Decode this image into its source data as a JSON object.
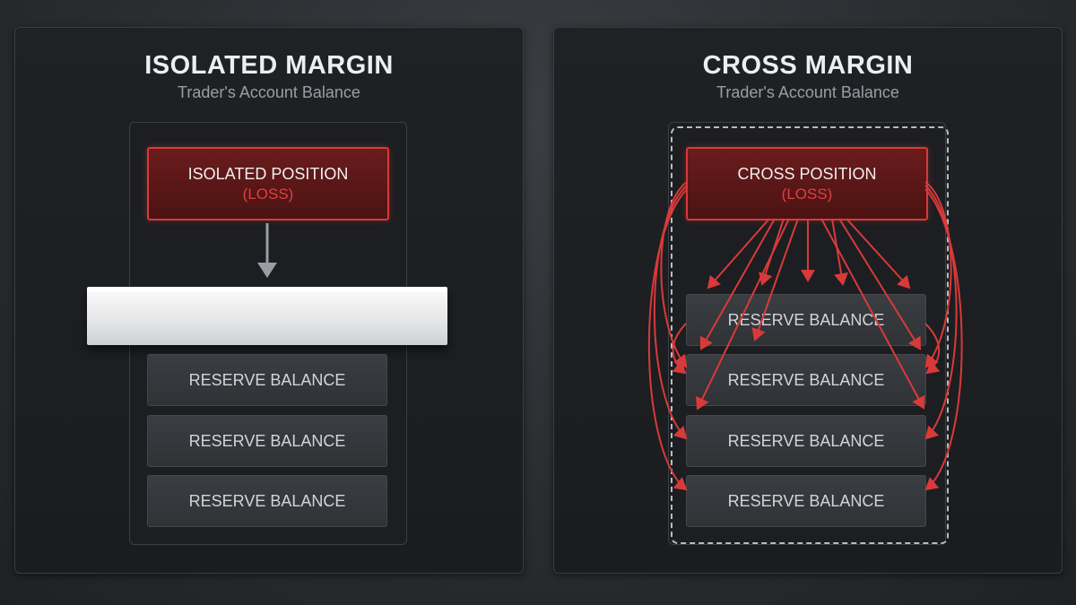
{
  "isolated": {
    "title": "ISOLATED MARGIN",
    "subtitle": "Trader's Account Balance",
    "position_label": "ISOLATED POSITION",
    "position_status": "(LOSS)",
    "reserves": [
      "RESERVE BALANCE",
      "RESERVE BALANCE",
      "RESERVE BALANCE"
    ]
  },
  "cross": {
    "title": "CROSS MARGIN",
    "subtitle": "Trader's Account Balance",
    "position_label": "CROSS POSITION",
    "position_status": "(LOSS)",
    "reserves": [
      "RESERVE BALANCE",
      "RESERVE BALANCE",
      "RESERVE BALANCE",
      "RESERVE BALANCE"
    ]
  },
  "colors": {
    "loss_red": "#d83a3a",
    "arrow_gray": "#9a9ea4",
    "panel_bg": "#1f2124"
  }
}
